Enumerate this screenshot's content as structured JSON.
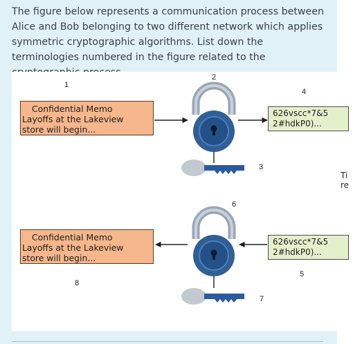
{
  "question": {
    "text": "The figure below represents a communication process between Alice and Bob belonging to two different network which applies symmetric cryptographic algorithms. List down the terminologies numbered in the figure related to the cryptographic process."
  },
  "figure": {
    "numbers": [
      "1",
      "2",
      "3",
      "4",
      "5",
      "6",
      "7",
      "8"
    ],
    "memo_top": [
      "Confidential Memo",
      "Layoffs at the Lakeview",
      "store will begin..."
    ],
    "memo_bottom": [
      "Confidential Memo",
      "Layoffs at the Lakeview",
      "store will begin..."
    ],
    "cipher_top": [
      "626vscc*7&5",
      "2#hdkP0)..."
    ],
    "cipher_bottom": [
      "626vscc*7&5",
      "2#hdkP0)..."
    ],
    "icons": [
      "lock-icon",
      "key-icon"
    ],
    "colors": {
      "memo_fill": "#f6b78c",
      "cipher_fill": "#e4f0cc",
      "lock_body": "#2f5f94",
      "lock_shackle": "#9aa7b5",
      "key": "#2b5aa0",
      "panel_bg": "#e1f1f8"
    }
  },
  "cut_off_text": [
    "Ti",
    "re"
  ]
}
